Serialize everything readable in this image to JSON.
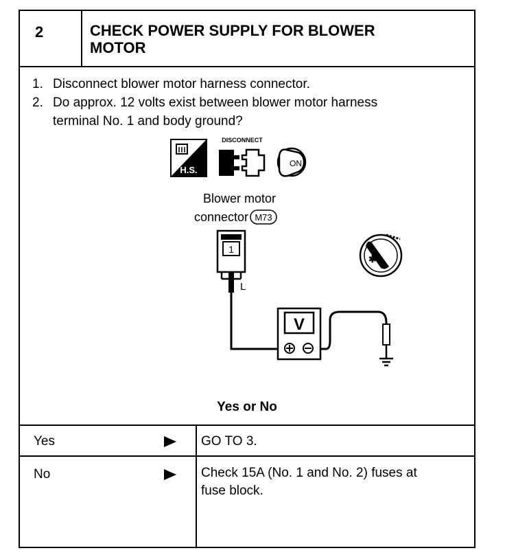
{
  "header": {
    "number": "2",
    "title_line1": "CHECK POWER SUPPLY FOR BLOWER",
    "title_line2": "MOTOR"
  },
  "steps": [
    {
      "no": "1.",
      "line1": "Disconnect blower motor harness connector.",
      "line2": ""
    },
    {
      "no": "2.",
      "line1": "Do approx. 12 volts exist between blower motor harness",
      "line2": "terminal No. 1 and body ground?"
    }
  ],
  "diagram": {
    "hs_label": "H.S.",
    "disconnect_label": "DISCONNECT",
    "on_label": "ON",
    "connector_label_line1": "Blower  motor",
    "connector_label_line2": "connector",
    "connector_code": "M73",
    "terminal_no": "1",
    "wire_color": "L",
    "meter_label": "V"
  },
  "question": "Yes or No",
  "results": [
    {
      "answer": "Yes",
      "action_line1": "GO TO 3.",
      "action_line2": ""
    },
    {
      "answer": "No",
      "action_line1": "Check 15A (No. 1 and No. 2) fuses at",
      "action_line2": "fuse block."
    }
  ]
}
